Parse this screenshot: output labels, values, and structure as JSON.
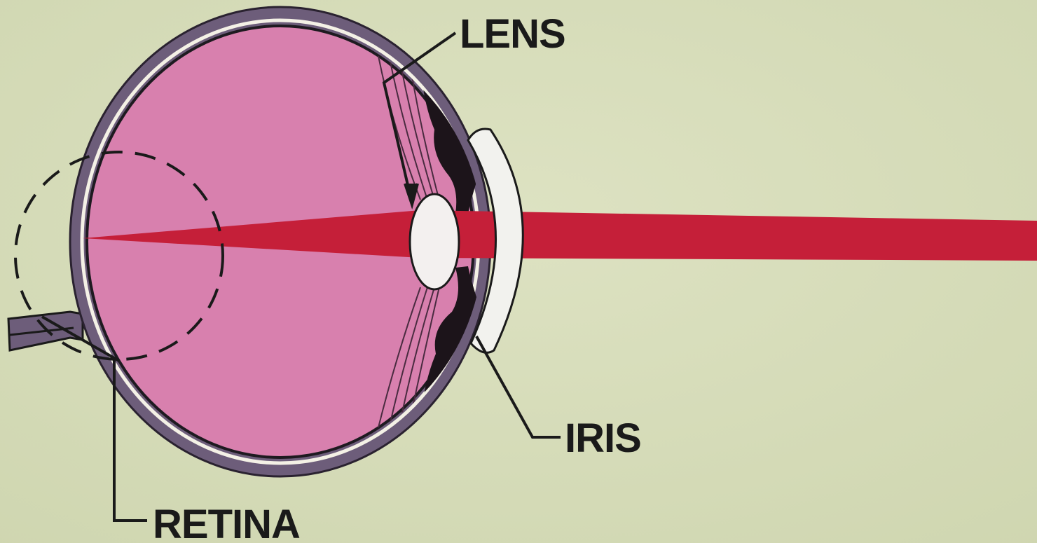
{
  "labels": {
    "lens": "LENS",
    "iris": "IRIS",
    "retina": "RETINA"
  },
  "colors": {
    "background": "#d6dcb8",
    "vitreous": "#d880ae",
    "sclera": "#6d5d7a",
    "light_beam": "#c51f39",
    "lens_fill": "#f3f0ef",
    "iris_dark": "#1c141a",
    "cornea": "#f2f2ee"
  }
}
